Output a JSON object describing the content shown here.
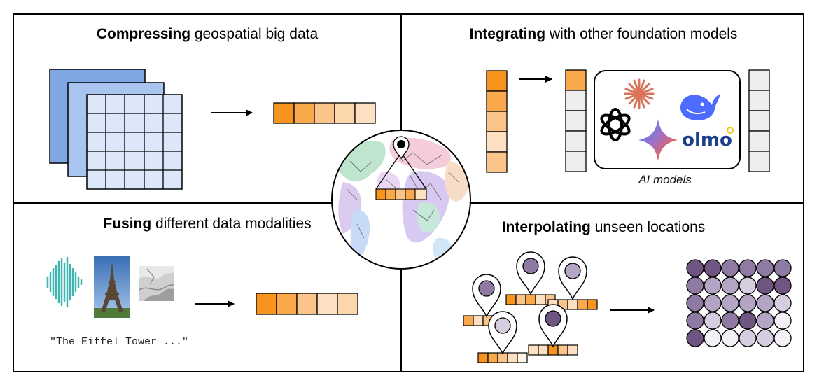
{
  "panels": {
    "compress": {
      "bold": "Compressing",
      "rest": " geospatial big data"
    },
    "integrate": {
      "bold": "Integrating",
      "rest": " with other foundation models",
      "models_label": "AI models",
      "logo_text": "olmo"
    },
    "fuse": {
      "bold": "Fusing",
      "rest": " different data modalities",
      "text_sample": "\"The Eiffel Tower ...\""
    },
    "interpolate": {
      "bold": "Interpolating",
      "rest": " unseen locations"
    }
  },
  "colors": {
    "orange_scale": [
      "#f7941d",
      "#f9a94b",
      "#fbc48a",
      "#fde0c2",
      "#fff4e8"
    ],
    "purple_scale": [
      "#6e5582",
      "#8f7aa3",
      "#b3a5c3",
      "#d6cde0",
      "#f3f0f6"
    ],
    "grid_blue": "#dce8fa",
    "grid_blue_dark": "#7fa7e3",
    "claude": "#d9745a",
    "deepseek": "#4d6bfe"
  },
  "icons": [
    "location-pin-icon",
    "arrow-right-icon",
    "globe-icon",
    "openai-logo-icon",
    "claude-logo-icon",
    "gemini-logo-icon",
    "deepseek-whale-icon",
    "olmo-logo-icon",
    "audio-waveform-icon",
    "eiffel-tower-photo-icon",
    "terrain-map-icon"
  ]
}
